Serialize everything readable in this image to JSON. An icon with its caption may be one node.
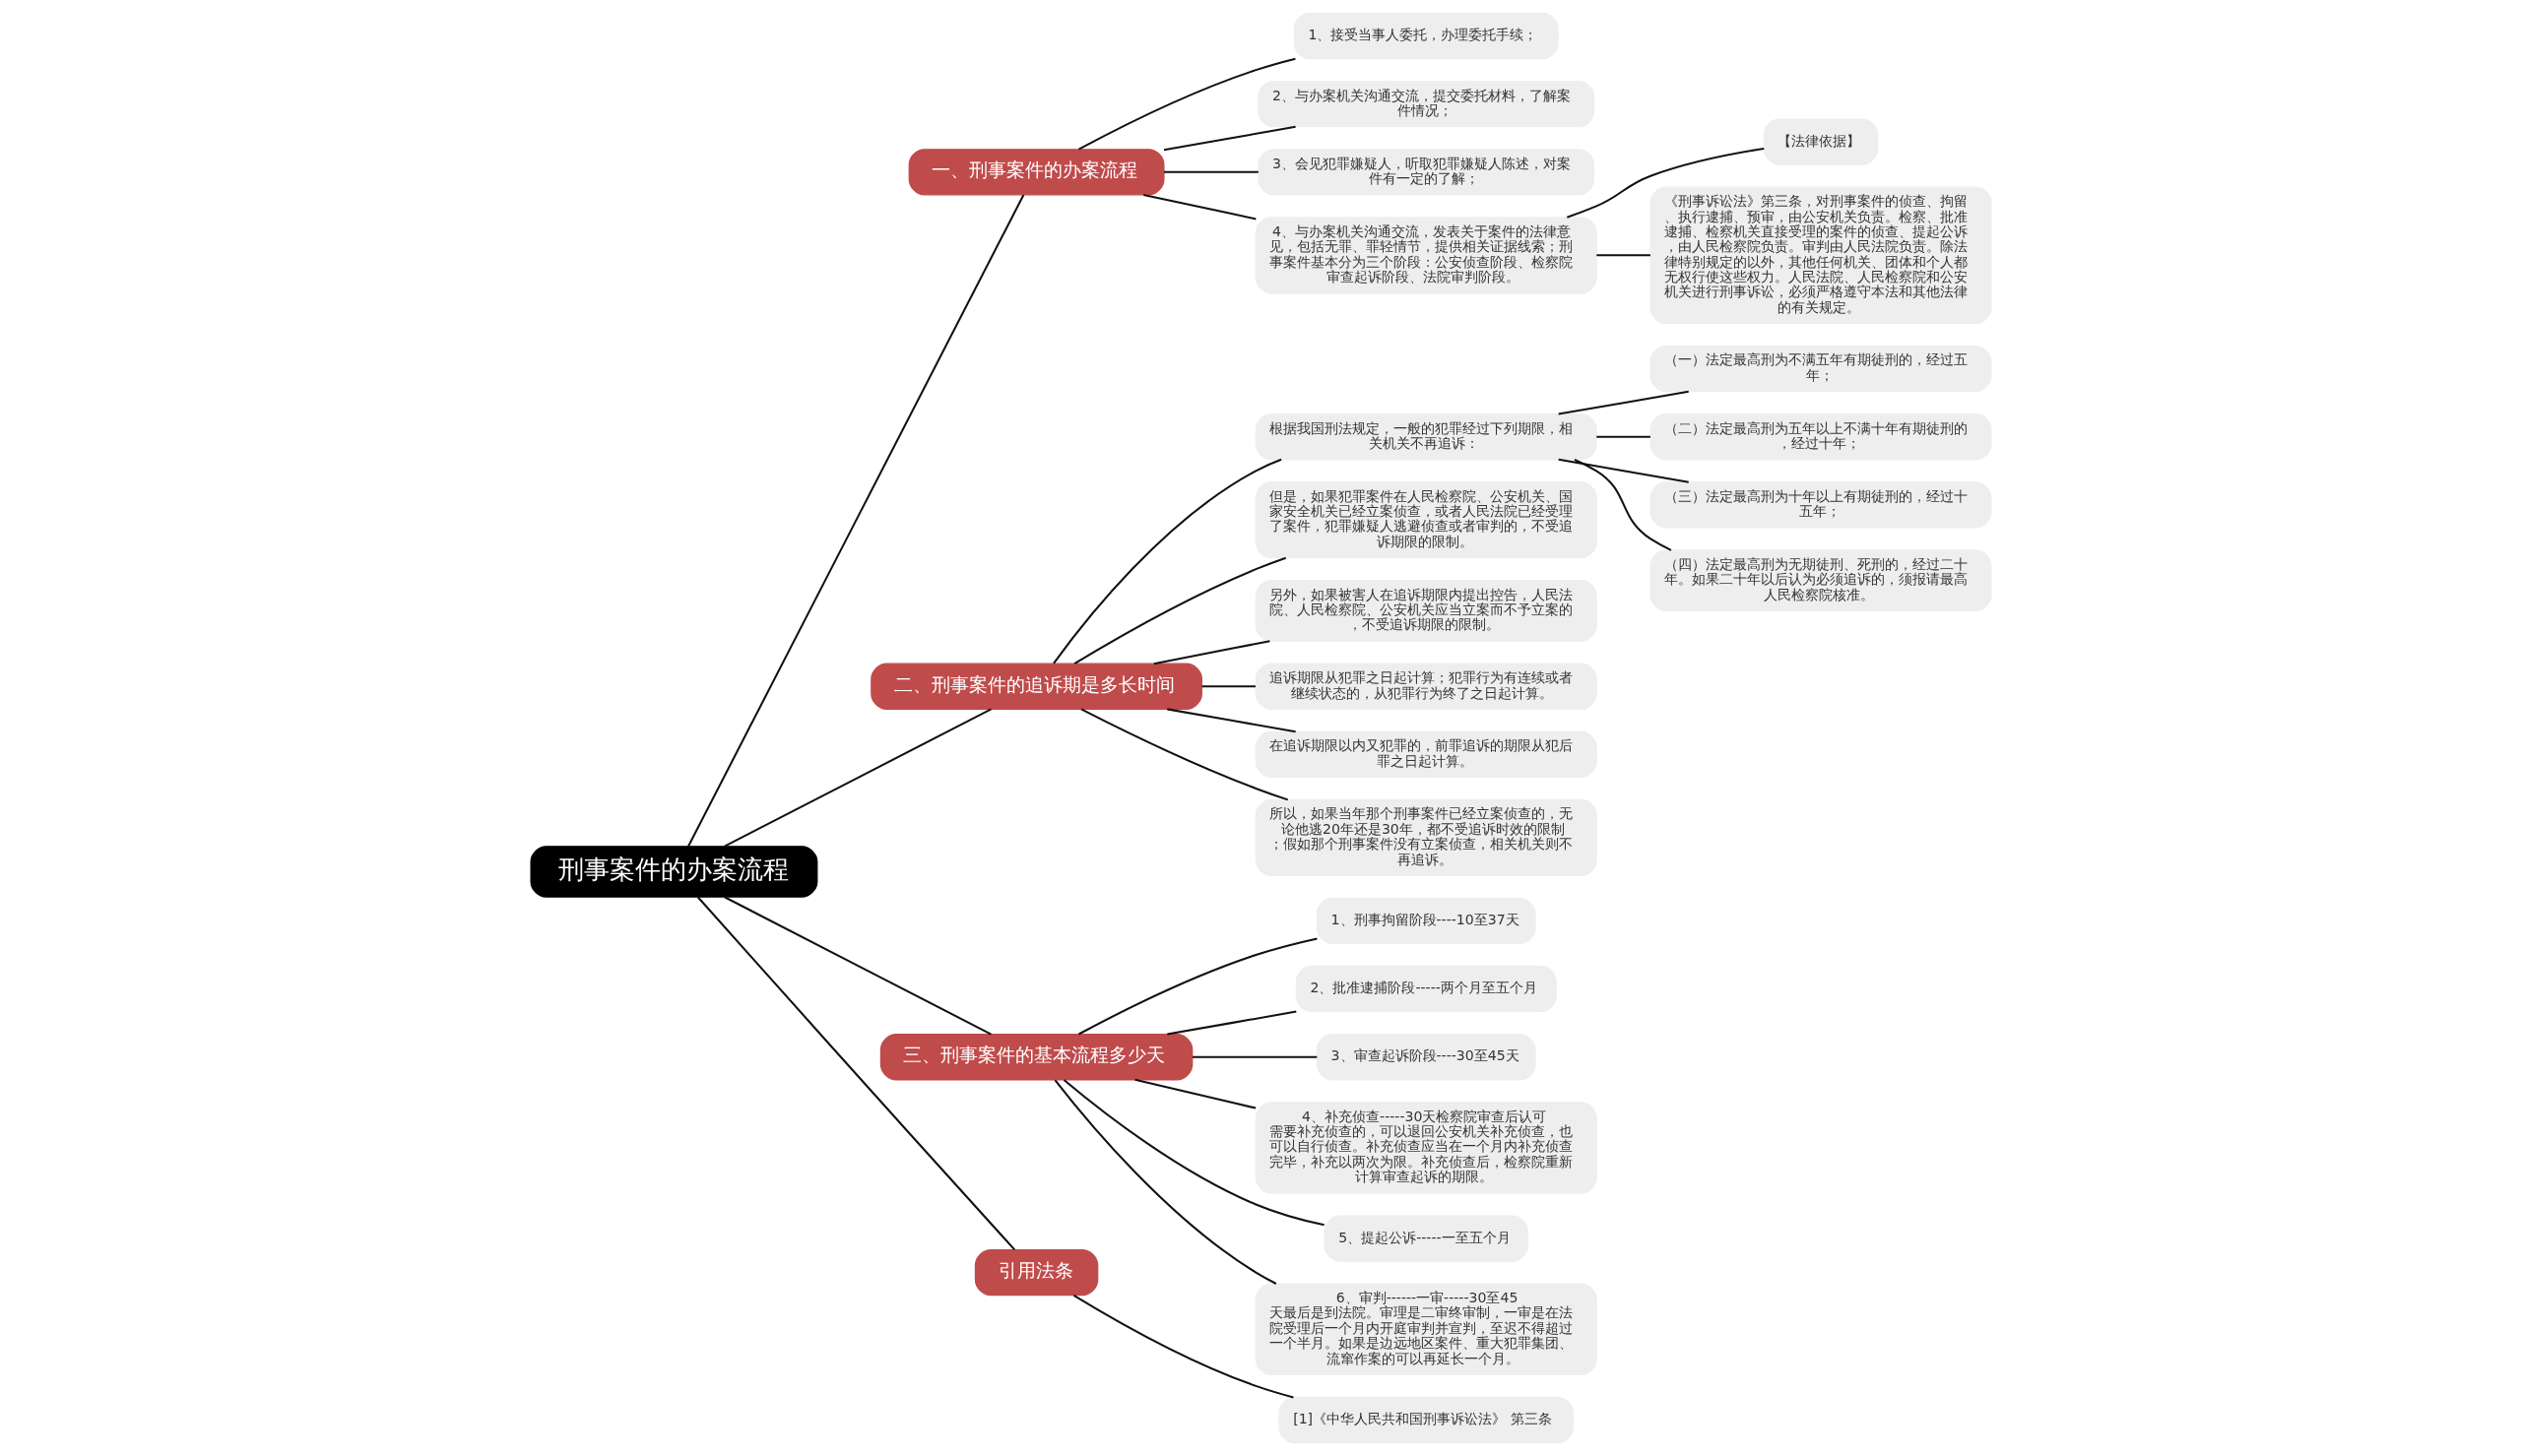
{
  "diagram": {
    "nodes": [
      {
        "text": [
          "刑事案件的办案流程"
        ]
      },
      {
        "text": [
          "一、刑事案件的办案流程"
        ]
      },
      {
        "text": [
          "1、接受当事人委托，办理委托手续；"
        ]
      },
      {
        "text": [
          "2、与办案机关沟通交流，提交委托材料，了解案件情况；"
        ]
      },
      {
        "text": [
          "3、会见犯罪嫌疑人，听取犯罪嫌疑人陈述，对案件有一定的了解；"
        ]
      },
      {
        "text": [
          "4、与办案机关沟通交流，发表关于案件的法律意见，包括无罪、罪轻情节，提供相关证据线索；刑事案件基本分为三个阶段：公安侦查阶段、检察院审查起诉阶段、法院审判阶段。"
        ]
      },
      {
        "text": [
          "【法律依据】"
        ]
      },
      {
        "text": [
          "《刑事诉讼法》第三条，对刑事案件的侦查、拘留、执行逮捕、预审，由公安机关负责。检察、批准逮捕、检察机关直接受理的案件的侦查、提起公诉，由人民检察院负责。审判由人民法院负责。除法律特别规定的以外，其他任何机关、团体和个人都无权行使这些权力。人民法院、人民检察院和公安机关进行刑事诉讼，必须严格遵守本法和其他法律的有关规定。"
        ]
      },
      {
        "text": [
          "二、刑事案件的追诉期是多长时间"
        ]
      },
      {
        "text": [
          "根据我国刑法规定，一般的犯罪经过下列期限，相关机关不再追诉："
        ]
      },
      {
        "text": [
          "（一）法定最高刑为不满五年有期徒刑的，经过五年；"
        ]
      },
      {
        "text": [
          "（二）法定最高刑为五年以上不满十年有期徒刑的，经过十年；"
        ]
      },
      {
        "text": [
          "（三）法定最高刑为十年以上有期徒刑的，经过十五年；"
        ]
      },
      {
        "text": [
          "（四）法定最高刑为无期徒刑、死刑的，经过二十年。如果二十年以后认为必须追诉的，须报请最高人民检察院核准。"
        ]
      },
      {
        "text": [
          "但是，如果犯罪案件在人民检察院、公安机关、国家安全机关已经立案侦查，或者人民法院已经受理了案件，犯罪嫌疑人逃避侦查或者审判的，不受追诉期限的限制。"
        ]
      },
      {
        "text": [
          "另外，如果被害人在追诉期限内提出控告，人民法院、人民检察院、公安机关应当立案而不予立案的，不受追诉期限的限制。"
        ]
      },
      {
        "text": [
          "追诉期限从犯罪之日起计算；犯罪行为有连续或者继续状态的，从犯罪行为终了之日起计算。"
        ]
      },
      {
        "text": [
          "在追诉期限以内又犯罪的，前罪追诉的期限从犯后罪之日起计算。"
        ]
      },
      {
        "text": [
          "所以，如果当年那个刑事案件已经立案侦查的，无论他逃20年还是30年，都不受追诉时效的限制；假如那个刑事案件没有立案侦查，相关机关则不再追诉。"
        ]
      },
      {
        "text": [
          "三、刑事案件的基本流程多少天"
        ]
      },
      {
        "text": [
          "1、刑事拘留阶段----10至37天"
        ]
      },
      {
        "text": [
          "2、批准逮捕阶段-----两个月至五个月"
        ]
      },
      {
        "text": [
          "3、审查起诉阶段----30至45天"
        ]
      },
      {
        "text": [
          "4、补充侦查-----30天检察院审查后认可需要补充侦查的，可以退回公安机关补充侦查，也可以自行侦查。补充侦查应当在一个月内补充侦查完毕，补充以两次为限。补充侦查后，检察院重新计算审查起诉的期限。"
        ]
      },
      {
        "text": [
          "5、提起公诉-----一至五个月"
        ]
      },
      {
        "text": [
          "6、审判------一审-----30至45天最后是到法院。审理是二审终审制，一审是在法院受理后一个月内开庭审判并宣判，至迟不得超过一个半月。如果是边远地区案件、重大犯罪集团、流窜作案的可以再延长一个月。"
        ]
      },
      {
        "text": [
          "引用法条"
        ]
      },
      {
        "text": [
          "[1]《中华人民共和国刑事诉讼法》 第三条"
        ]
      }
    ],
    "edges": [
      {
        "from": 0,
        "to": 1,
        "arrow": "none"
      },
      {
        "from": 1,
        "to": 2,
        "arrow": "none"
      },
      {
        "from": 1,
        "to": 3,
        "arrow": "none"
      },
      {
        "from": 1,
        "to": 4,
        "arrow": "none"
      },
      {
        "from": 1,
        "to": 5,
        "arrow": "none"
      },
      {
        "from": 5,
        "to": 6,
        "arrow": "none"
      },
      {
        "from": 5,
        "to": 7,
        "arrow": "none"
      },
      {
        "from": 0,
        "to": 8,
        "arrow": "none"
      },
      {
        "from": 8,
        "to": 9,
        "arrow": "none"
      },
      {
        "from": 9,
        "to": 10,
        "arrow": "none"
      },
      {
        "from": 9,
        "to": 11,
        "arrow": "none"
      },
      {
        "from": 9,
        "to": 12,
        "arrow": "none"
      },
      {
        "from": 9,
        "to": 13,
        "arrow": "none"
      },
      {
        "from": 8,
        "to": 14,
        "arrow": "none"
      },
      {
        "from": 8,
        "to": 15,
        "arrow": "none"
      },
      {
        "from": 8,
        "to": 16,
        "arrow": "none"
      },
      {
        "from": 8,
        "to": 17,
        "arrow": "none"
      },
      {
        "from": 8,
        "to": 18,
        "arrow": "none"
      },
      {
        "from": 0,
        "to": 19,
        "arrow": "none"
      },
      {
        "from": 19,
        "to": 20,
        "arrow": "none"
      },
      {
        "from": 19,
        "to": 21,
        "arrow": "none"
      },
      {
        "from": 19,
        "to": 22,
        "arrow": "none"
      },
      {
        "from": 19,
        "to": 23,
        "arrow": "none"
      },
      {
        "from": 19,
        "to": 24,
        "arrow": "none"
      },
      {
        "from": 19,
        "to": 25,
        "arrow": "none"
      },
      {
        "from": 0,
        "to": 26,
        "arrow": "none"
      },
      {
        "from": 26,
        "to": 27,
        "arrow": "none"
      }
    ]
  }
}
